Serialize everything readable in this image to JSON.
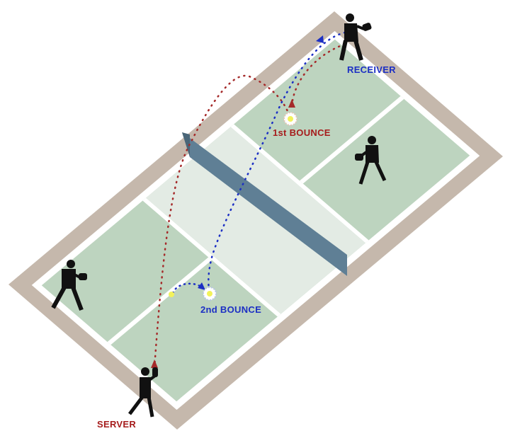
{
  "labels": {
    "server": "SERVER",
    "receiver": "RECEIVER",
    "first_bounce": "1st BOUNCE",
    "second_bounce": "2nd BOUNCE"
  },
  "colors": {
    "border": "#c5b8ac",
    "court_line": "#ffffff",
    "court_green": "#bdd4bf",
    "kitchen": "#e3ebe4",
    "net": "#5f7f95",
    "server_path": "#a52a2a",
    "receiver_path": "#1c2fc4",
    "server_label": "#a61c1c",
    "receiver_label": "#1c2fc4",
    "ball": "#f2f25a"
  }
}
